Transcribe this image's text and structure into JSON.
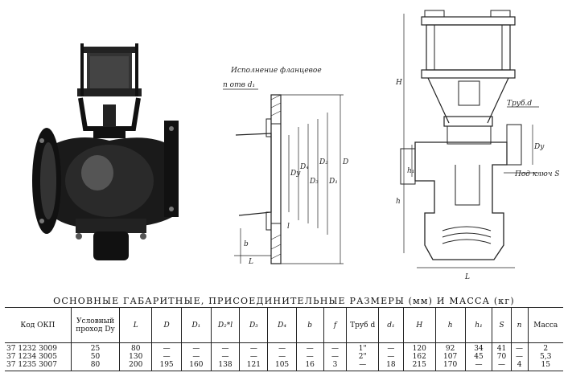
{
  "drawing": {
    "flange_caption": "Исполнение фланцевое",
    "labels": {
      "n_otv": "n отв d₁",
      "D": "D",
      "D1": "D₁",
      "D2": "D₂",
      "D3": "D₃",
      "D4": "D₄",
      "Dy": "Dу",
      "l": "l",
      "b": "b",
      "L": "L",
      "H": "H",
      "h": "h",
      "h1": "h₁",
      "trub": "Труб.d",
      "pod_kluch": "Под ключ S"
    }
  },
  "table": {
    "title": "ОСНОВНЫЕ ГАБАРИТНЫЕ, ПРИСОЕДИНИТЕЛЬНЫЕ РАЗМЕРЫ (мм) И МАССА (кг)",
    "headers": [
      {
        "key": "code",
        "label": "Код ОКП"
      },
      {
        "key": "dy",
        "label": "Условный проход Dу"
      },
      {
        "key": "L",
        "label": "L"
      },
      {
        "key": "D",
        "label": "D"
      },
      {
        "key": "D1",
        "label": "D₁"
      },
      {
        "key": "D2",
        "label": "D₂*l"
      },
      {
        "key": "D3",
        "label": "D₃"
      },
      {
        "key": "D4",
        "label": "D₄"
      },
      {
        "key": "b",
        "label": "b"
      },
      {
        "key": "f",
        "label": "f"
      },
      {
        "key": "trub",
        "label": "Труб d"
      },
      {
        "key": "d1",
        "label": "d₁"
      },
      {
        "key": "H",
        "label": "H"
      },
      {
        "key": "h",
        "label": "h"
      },
      {
        "key": "h1",
        "label": "h₁"
      },
      {
        "key": "S",
        "label": "S"
      },
      {
        "key": "n",
        "label": "n"
      },
      {
        "key": "mass",
        "label": "Масса"
      }
    ],
    "columns": {
      "code": [
        "37 1232 3009",
        "37 1234 3005",
        "37 1235 3007"
      ],
      "dy": [
        "25",
        "50",
        "80"
      ],
      "L": [
        "80",
        "130",
        "200"
      ],
      "D": [
        "—",
        "—",
        "195"
      ],
      "D1": [
        "—",
        "—",
        "160"
      ],
      "D2": [
        "—",
        "—",
        "138"
      ],
      "D3": [
        "—",
        "—",
        "121"
      ],
      "D4": [
        "—",
        "—",
        "105"
      ],
      "b": [
        "—",
        "—",
        "16"
      ],
      "f": [
        "—",
        "—",
        "3"
      ],
      "trub": [
        "1\"",
        "2\"",
        "—"
      ],
      "d1": [
        "—",
        "—",
        "18"
      ],
      "H": [
        "120",
        "162",
        "215"
      ],
      "h": [
        "92",
        "107",
        "170"
      ],
      "h1": [
        "34",
        "45",
        "—"
      ],
      "S": [
        "41",
        "70",
        "—"
      ],
      "n": [
        "—",
        "—",
        "4"
      ],
      "mass": [
        "2",
        "5,3",
        "15"
      ]
    }
  }
}
